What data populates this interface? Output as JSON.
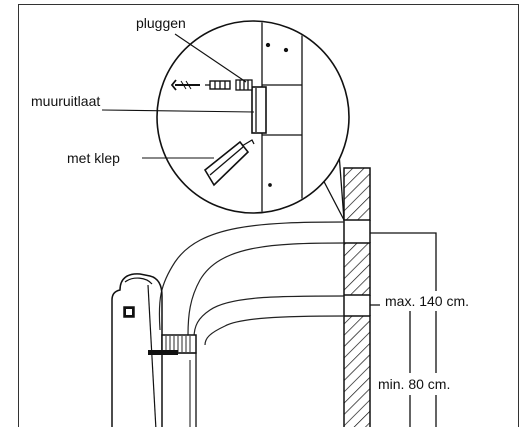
{
  "diagram": {
    "labels": {
      "plugs": "pluggen",
      "wall_outlet": "muuruitlaat",
      "with_flap": "met klep",
      "max_height": "max. 140 cm.",
      "min_height": "min. 80 cm."
    },
    "colors": {
      "line": "#111111",
      "background": "#ffffff"
    }
  }
}
